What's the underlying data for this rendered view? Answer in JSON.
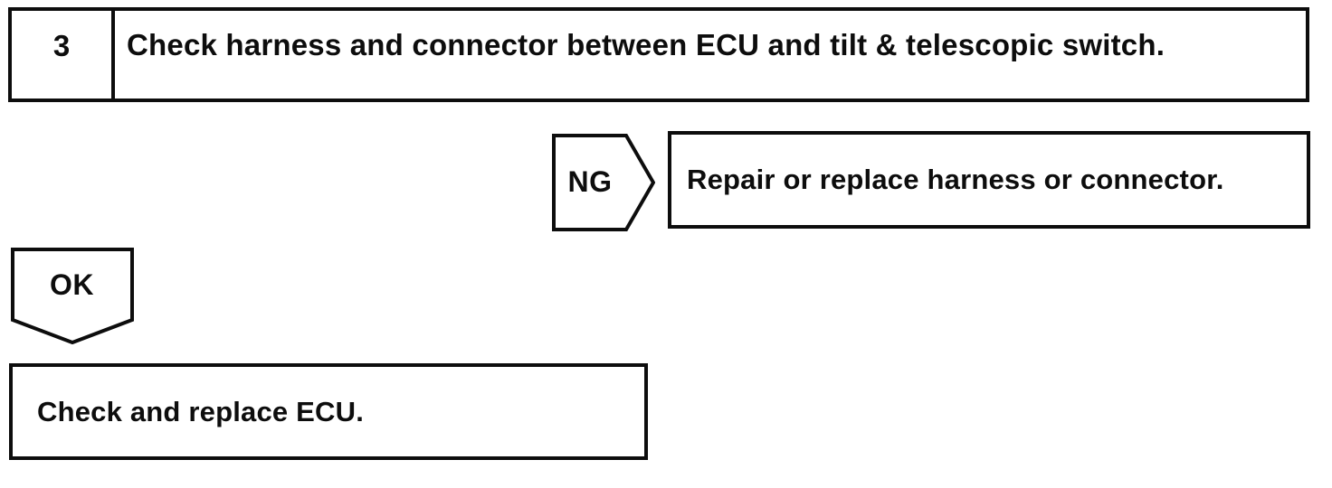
{
  "flowchart": {
    "step": {
      "number": "3",
      "instruction": "Check harness and connector between ECU and tilt & telescopic switch."
    },
    "ng_branch": {
      "label": "NG",
      "action": "Repair or replace harness or connector."
    },
    "ok_branch": {
      "label": "OK",
      "action": "Check and replace ECU."
    },
    "colors": {
      "line": "#0d0d0d",
      "background": "#ffffff"
    }
  }
}
